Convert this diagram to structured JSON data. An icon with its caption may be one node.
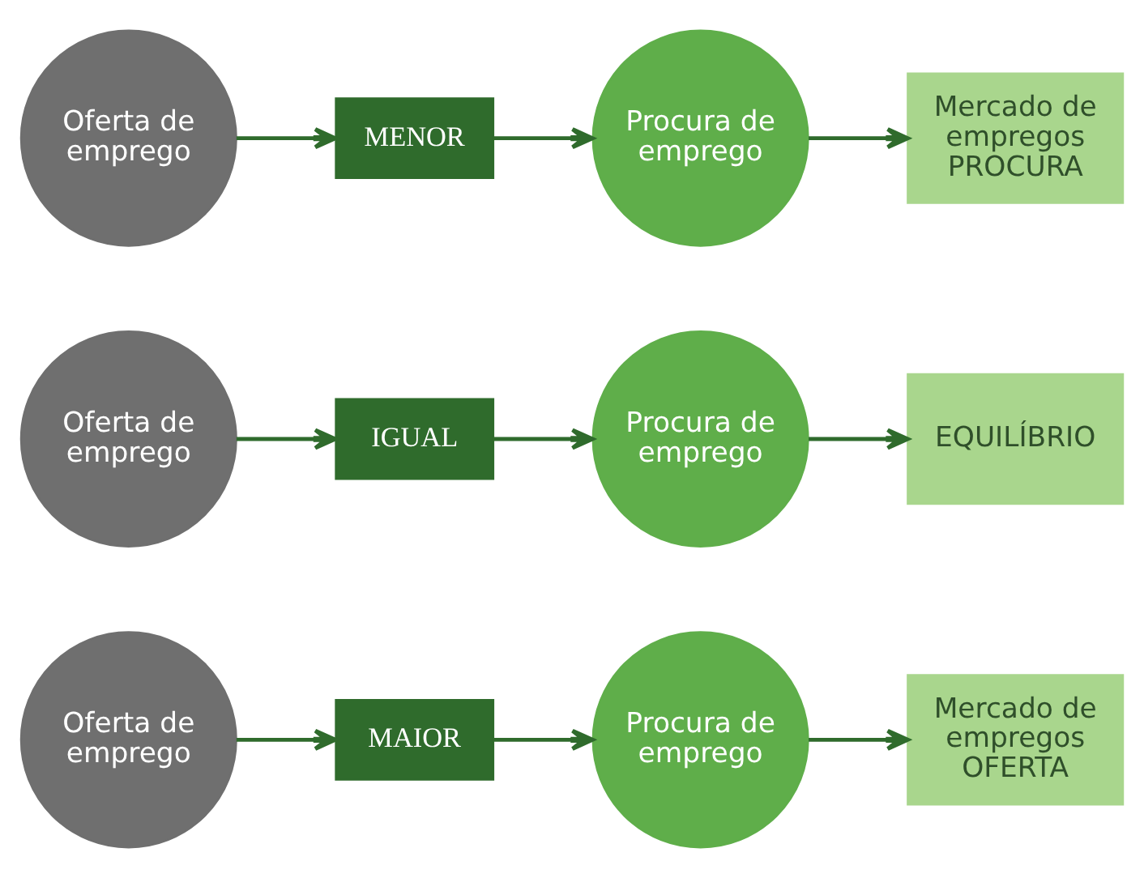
{
  "diagram": {
    "nodes": [
      {
        "text": [
          "Oferta de emprego"
        ]
      },
      {
        "text": [
          "MAIOR"
        ]
      },
      {
        "text": [
          "Procura de emprego"
        ]
      },
      {
        "text": [
          "Mercado de empregos OFERTA"
        ]
      },
      {
        "text": [
          "Oferta de emprego"
        ]
      },
      {
        "text": [
          "IGUAL"
        ]
      },
      {
        "text": [
          "Procura de emprego"
        ]
      },
      {
        "text": [
          "EQUILÍBRIO"
        ]
      },
      {
        "text": [
          "Oferta de emprego"
        ]
      },
      {
        "text": [
          "MENOR"
        ]
      },
      {
        "text": [
          "Procura de emprego"
        ]
      },
      {
        "text": [
          "Mercado de empregos PROCURA"
        ]
      }
    ],
    "edges": [
      {
        "from": 0,
        "to": 1,
        "arrow": "to"
      },
      {
        "from": 1,
        "to": 2,
        "arrow": "to"
      },
      {
        "from": 2,
        "to": 3,
        "arrow": "to"
      },
      {
        "from": 4,
        "to": 5,
        "arrow": "to"
      },
      {
        "from": 5,
        "to": 6,
        "arrow": "to"
      },
      {
        "from": 6,
        "to": 7,
        "arrow": "to"
      },
      {
        "from": 8,
        "to": 9,
        "arrow": "to"
      },
      {
        "from": 9,
        "to": 10,
        "arrow": "to"
      },
      {
        "from": 10,
        "to": 11,
        "arrow": "to"
      }
    ]
  }
}
